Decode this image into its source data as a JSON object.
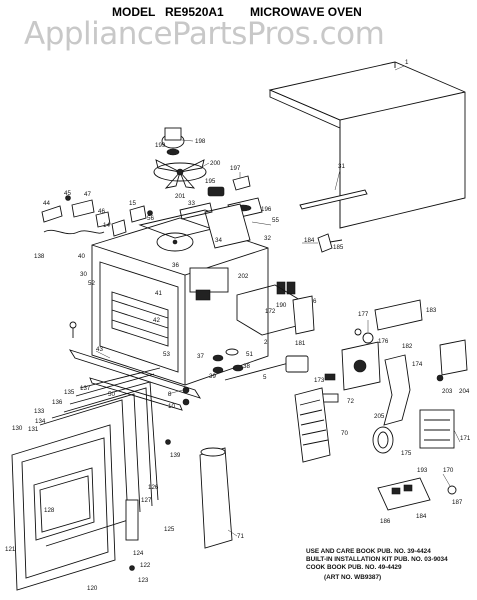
{
  "header": {
    "model_label": "MODEL",
    "model_number": "RE9520A1",
    "product": "MICROWAVE OVEN",
    "watermark": "AppliancePartsPros.com"
  },
  "parts": [
    {
      "ref": "1"
    },
    {
      "ref": "31"
    },
    {
      "ref": "199"
    },
    {
      "ref": "198"
    },
    {
      "ref": "200"
    },
    {
      "ref": "197"
    },
    {
      "ref": "195"
    },
    {
      "ref": "196"
    },
    {
      "ref": "201"
    },
    {
      "ref": "55"
    },
    {
      "ref": "32"
    },
    {
      "ref": "45"
    },
    {
      "ref": "47"
    },
    {
      "ref": "44"
    },
    {
      "ref": "46"
    },
    {
      "ref": "15"
    },
    {
      "ref": "14"
    },
    {
      "ref": "56"
    },
    {
      "ref": "33"
    },
    {
      "ref": "34"
    },
    {
      "ref": "184"
    },
    {
      "ref": "185"
    },
    {
      "ref": "138"
    },
    {
      "ref": "40"
    },
    {
      "ref": "30"
    },
    {
      "ref": "52"
    },
    {
      "ref": "36"
    },
    {
      "ref": "202"
    },
    {
      "ref": "41"
    },
    {
      "ref": "42"
    },
    {
      "ref": "53"
    },
    {
      "ref": "190"
    },
    {
      "ref": "172"
    },
    {
      "ref": "6"
    },
    {
      "ref": "183"
    },
    {
      "ref": "177"
    },
    {
      "ref": "176"
    },
    {
      "ref": "2"
    },
    {
      "ref": "43"
    },
    {
      "ref": "37"
    },
    {
      "ref": "51"
    },
    {
      "ref": "38"
    },
    {
      "ref": "39"
    },
    {
      "ref": "181"
    },
    {
      "ref": "182"
    },
    {
      "ref": "174"
    },
    {
      "ref": "173"
    },
    {
      "ref": "203"
    },
    {
      "ref": "204"
    },
    {
      "ref": "5"
    },
    {
      "ref": "50"
    },
    {
      "ref": "8"
    },
    {
      "ref": "10"
    },
    {
      "ref": "72"
    },
    {
      "ref": "175"
    },
    {
      "ref": "205"
    },
    {
      "ref": "70"
    },
    {
      "ref": "135"
    },
    {
      "ref": "137"
    },
    {
      "ref": "136"
    },
    {
      "ref": "133"
    },
    {
      "ref": "134"
    },
    {
      "ref": "131"
    },
    {
      "ref": "130"
    },
    {
      "ref": "171"
    },
    {
      "ref": "139"
    },
    {
      "ref": "128"
    },
    {
      "ref": "126"
    },
    {
      "ref": "127"
    },
    {
      "ref": "71"
    },
    {
      "ref": "170"
    },
    {
      "ref": "125"
    },
    {
      "ref": "187"
    },
    {
      "ref": "124"
    },
    {
      "ref": "193"
    },
    {
      "ref": "186"
    },
    {
      "ref": "184"
    },
    {
      "ref": "121"
    },
    {
      "ref": "122"
    },
    {
      "ref": "120"
    },
    {
      "ref": "123"
    }
  ],
  "notes": [
    "USE AND CARE BOOK PUB. NO. 39-4424",
    "BUILT-IN INSTALLATION KIT PUB. NO. 03-9034",
    "COOK BOOK PUB. NO. 49-4429",
    "(ART NO. WB9387)"
  ]
}
